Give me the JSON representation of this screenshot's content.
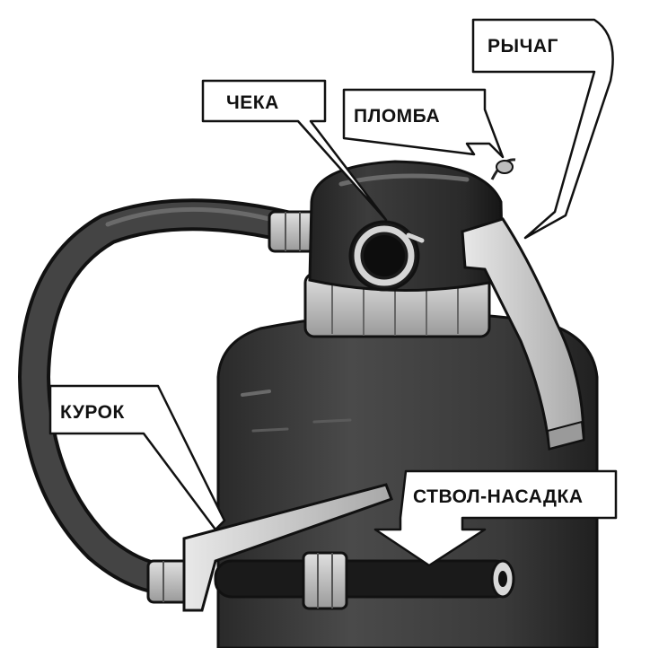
{
  "labels": {
    "cheka": "ЧЕКА",
    "plomba": "ПЛОМБА",
    "rychag": "РЫЧАГ",
    "kurok": "КУРОК",
    "stvol": "СТВОЛ-НАСАДКА"
  },
  "colors": {
    "body": "#3a3a3a",
    "body_dark": "#1e1e1e",
    "cap": "#2b2b2b",
    "ring": "#c9c9c9",
    "lever": "#cfcfcf",
    "hose": "#3b3b3b",
    "outline": "#111111"
  }
}
